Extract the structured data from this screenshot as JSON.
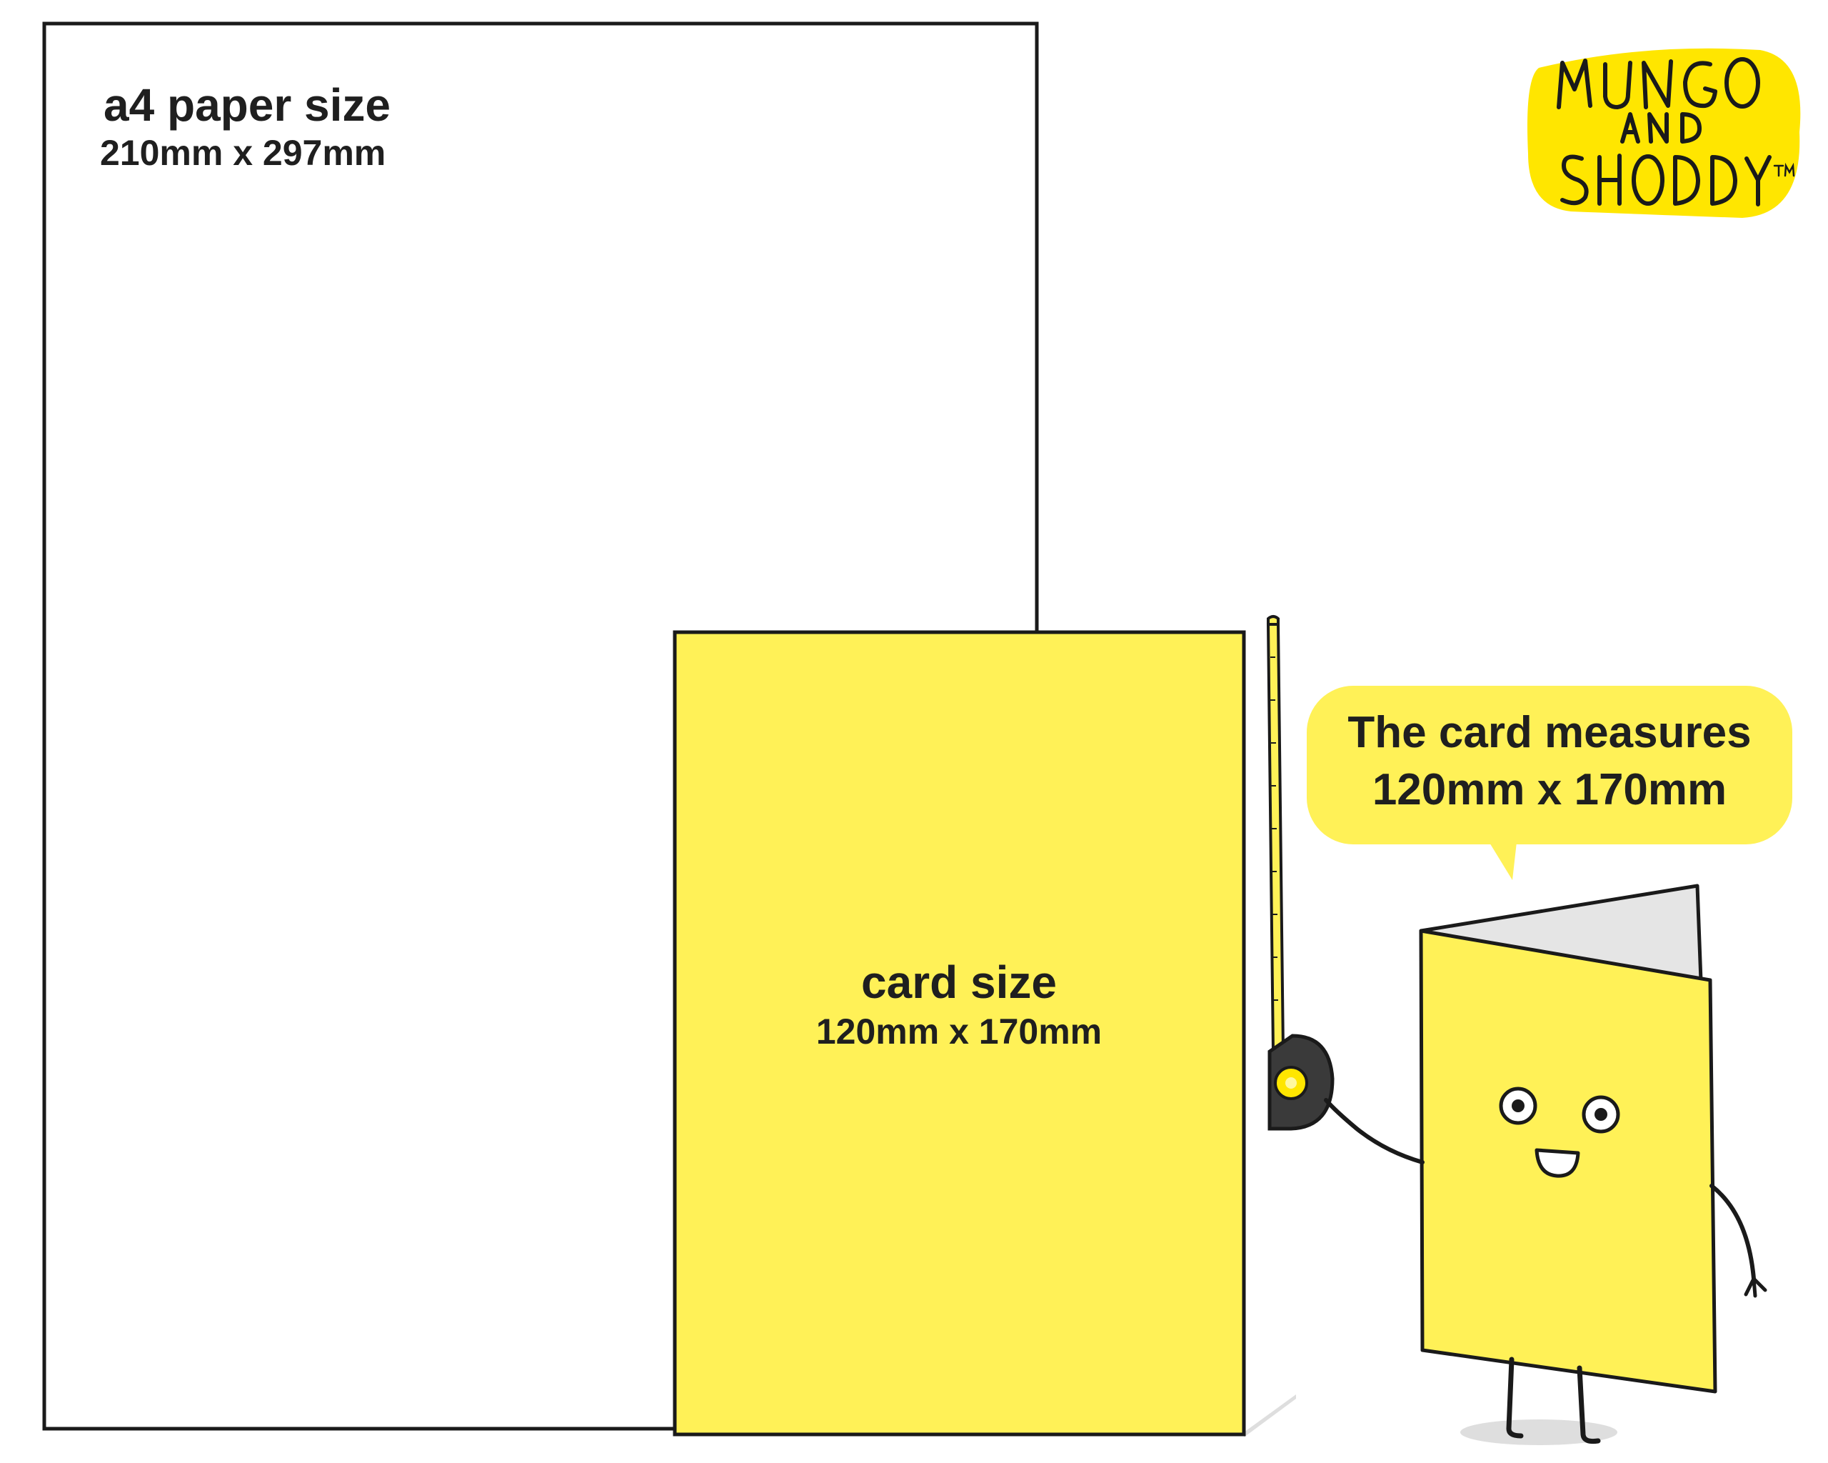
{
  "colors": {
    "card_yellow": "#fff157",
    "logo_yellow": "#ffe600",
    "outline": "#1a1a1a",
    "inner_card_grey": "#e5e5e5",
    "shadow_grey": "#dedede",
    "tape_dark": "#3a3a3a"
  },
  "a4": {
    "title": "a4 paper size",
    "dimensions": "210mm x 297mm"
  },
  "card": {
    "title": "card size",
    "dimensions": "120mm x 170mm"
  },
  "speech_bubble": {
    "line1": "The card measures",
    "line2": "120mm x 170mm"
  },
  "logo": {
    "line1": "MUNGO",
    "line2": "AND",
    "line3": "SHODDY",
    "mark": "TM"
  }
}
